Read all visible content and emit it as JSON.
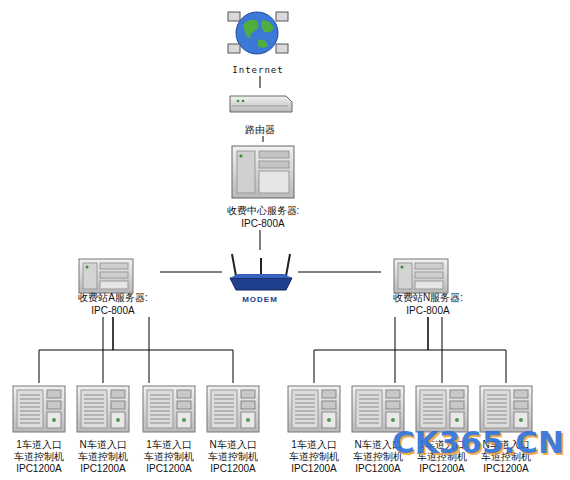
{
  "diagram": {
    "nodes": [
      {
        "text": [
          "Internet"
        ]
      },
      {
        "text": [
          "路由器"
        ]
      },
      {
        "text": [
          "收费中心服务器:",
          "IPC-800A"
        ]
      },
      {
        "text": [
          "收费站A服务器:",
          "IPC-800A"
        ]
      },
      {
        "text": [
          "MODEM"
        ]
      },
      {
        "text": [
          "收费站N服务器:",
          "IPC-800A"
        ]
      },
      {
        "text": [
          "1车道入口",
          "车道控制机",
          "IPC1200A"
        ]
      },
      {
        "text": [
          "N车道入口",
          "车道控制机",
          "IPC1200A"
        ]
      },
      {
        "text": [
          "1车道入口",
          "车道控制机",
          "IPC1200A"
        ]
      },
      {
        "text": [
          "N车道入口",
          "车道控制机",
          "IPC1200A"
        ]
      },
      {
        "text": [
          "1车道入口",
          "车道控制机",
          "IPC1200A"
        ]
      },
      {
        "text": [
          "N车道入口",
          "车道控制机",
          "IPC1200A"
        ]
      },
      {
        "text": [
          "1车道入口",
          "车道控制机",
          "IPC1200A"
        ]
      },
      {
        "text": [
          "N车道入口",
          "车道控制机",
          "IPC1200A"
        ]
      }
    ],
    "edges": [
      {
        "from": 0,
        "to": 1,
        "arrow": "none"
      },
      {
        "from": 1,
        "to": 2,
        "arrow": "none"
      },
      {
        "from": 2,
        "to": 4,
        "arrow": "none"
      },
      {
        "from": 4,
        "to": 3,
        "arrow": "none"
      },
      {
        "from": 4,
        "to": 5,
        "arrow": "none"
      },
      {
        "from": 3,
        "to": 6,
        "arrow": "none"
      },
      {
        "from": 3,
        "to": 7,
        "arrow": "none"
      },
      {
        "from": 3,
        "to": 8,
        "arrow": "none"
      },
      {
        "from": 3,
        "to": 9,
        "arrow": "none"
      },
      {
        "from": 5,
        "to": 10,
        "arrow": "none"
      },
      {
        "from": 5,
        "to": 11,
        "arrow": "none"
      },
      {
        "from": 5,
        "to": 12,
        "arrow": "none"
      },
      {
        "from": 5,
        "to": 13,
        "arrow": "none"
      }
    ],
    "labels": [
      "CK365.CN"
    ]
  }
}
